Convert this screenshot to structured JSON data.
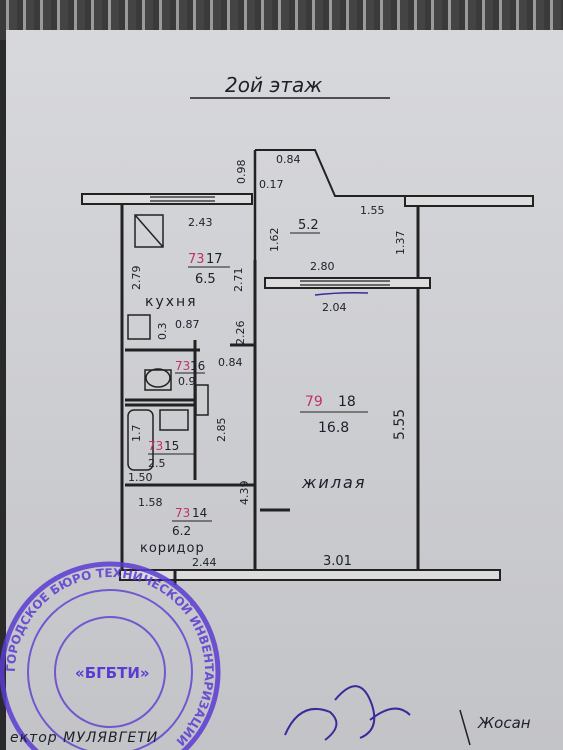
{
  "plan": {
    "floor_title": "2ой этаж",
    "rooms": [
      {
        "number": "73",
        "index": "17",
        "area": "6.5",
        "name": "кухня"
      },
      {
        "number": "73",
        "index": "16",
        "area": "0.9",
        "name": ""
      },
      {
        "number": "73",
        "index": "15",
        "area": "2.5",
        "name": ""
      },
      {
        "number": "73",
        "index": "14",
        "area": "6.2",
        "name": "коридор"
      },
      {
        "number": "79",
        "index": "18",
        "area": "16.8",
        "name": "жилая"
      },
      {
        "number": "",
        "index": "",
        "area": "5.2",
        "name": ""
      }
    ],
    "dimensions": [
      "0.84",
      "0.98",
      "0.17",
      "2.43",
      "1.55",
      "1.62",
      "1.37",
      "2.80",
      "2.71",
      "2.04",
      "2.79",
      "0.3",
      "0.87",
      "2.26",
      "0.84",
      "5.55",
      "1.7",
      "2.85",
      "1.50",
      "4.39",
      "1.58",
      "3.01",
      "2.44"
    ]
  },
  "stamp": {
    "center_text": "«БГБТИ»",
    "ring_text": "ГОРОДСКОЕ БЮРО ТЕХНИЧЕСКОЙ ИНВЕНТАРИЗАЦИИ",
    "color": "#5b3bd1"
  },
  "footer": {
    "inspector_label": "ектор МУЛЯВГЕТИ",
    "signer_name": "Жосан"
  }
}
